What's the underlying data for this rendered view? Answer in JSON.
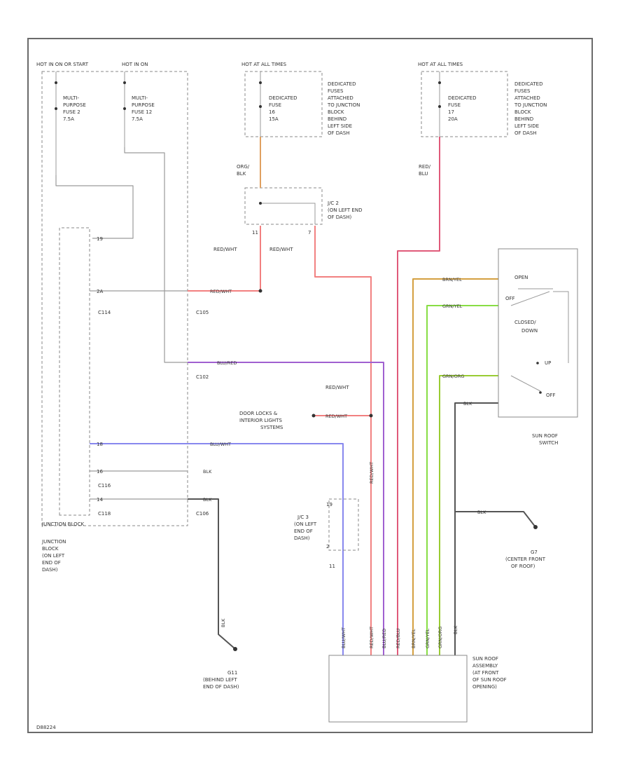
{
  "fuses": {
    "hot_run_start": "HOT IN ON OR START",
    "mp_fuse_2": [
      "MULTI-",
      "PURPOSE",
      "FUSE 2",
      "7.5A"
    ],
    "hot_on": "HOT IN ON",
    "mp_fuse_12": [
      "MULTI-",
      "PURPOSE",
      "FUSE 12",
      "7.5A"
    ],
    "hot_at_all_times_1": "HOT AT ALL TIMES",
    "ded_fuse_16": [
      "DEDICATED",
      "FUSE",
      "16",
      "15A"
    ],
    "ded_desc_1": [
      "DEDICATED",
      "FUSES",
      "ATTACHED",
      "TO JUNCTION",
      "BLOCK",
      "BEHIND",
      "LEFT SIDE",
      "OF DASH"
    ],
    "hot_at_all_times_2": "HOT AT ALL TIMES",
    "ded_fuse_17": [
      "DEDICATED",
      "FUSE",
      "17",
      "20A"
    ],
    "ded_desc_2": [
      "DEDICATED",
      "FUSES",
      "ATTACHED",
      "TO JUNCTION",
      "BLOCK",
      "BEHIND",
      "LEFT SIDE",
      "OF DASH"
    ]
  },
  "wires": {
    "org_blk": [
      "ORG/",
      "BLK"
    ],
    "red_blu": [
      "RED/",
      "BLU"
    ],
    "red_wht_1": "RED/WHT",
    "red_wht_2": "RED/WHT",
    "red_wht_3": "RED/WHT",
    "red_wht_4": "RED/WHT",
    "red_wht_5": "RED/WHT",
    "red_wht_v": "RED/WHT",
    "blu_red": "BLU/RED",
    "blu_wht": "BLU/WHT",
    "blk_1": "BLK",
    "blk_2": "BLK",
    "blk_3": "BLK",
    "blk_4": "BLK",
    "blk_left": "BLK",
    "brn_yel": "BRN/YEL",
    "grn_yel": "GRN/YEL",
    "grn_org": "GRN/ORG",
    "v_blu_wht": "BLU/WHT",
    "v_red_wht": "RED/WHT",
    "v_blu_red": "BLU/RED",
    "v_red_blu": "RED/BLU",
    "v_brn_yel": "BRN/YEL",
    "v_grn_yel": "GRN/YEL",
    "v_grn_org": "GRN/ORG",
    "v_blk": "BLK"
  },
  "connectors": {
    "c114": "C114",
    "c105": "C105",
    "c102": "C102",
    "c116": "C116",
    "c118": "C118",
    "c106": "C106",
    "p19": "19",
    "p2a": "2A",
    "p18": "18",
    "p16": "16",
    "p14": "14",
    "p11": "11",
    "p7": "7",
    "p19b": "19",
    "p2b": "2",
    "junction_block_connector": "JUNCTION BLOCK"
  },
  "jc2": [
    "J/C 2",
    "(ON LEFT END",
    "OF DASH)"
  ],
  "jc3": [
    "J/C 3",
    "(ON LEFT",
    "END OF",
    "DASH)"
  ],
  "jc3_pin": "11",
  "door_locks": [
    "DOOR LOCKS &",
    "INTERIOR LIGHTS",
    "SYSTEMS"
  ],
  "junction_block": [
    "JUNCTION",
    "BLOCK",
    "(ON LEFT",
    "END OF",
    "DASH)"
  ],
  "ground_g11": [
    "G11",
    "(BEHIND LEFT",
    "END OF DASH)"
  ],
  "ground_g7": [
    "G7",
    "(CENTER FRONT",
    "OF ROOF)"
  ],
  "switch": {
    "open": "OPEN",
    "off_top": "OFF",
    "closed_down": [
      "CLOSED/",
      "DOWN"
    ],
    "up": "UP",
    "off_bottom": "OFF",
    "label": [
      "SUN ROOF",
      "SWITCH"
    ]
  },
  "assembly": [
    "SUN ROOF",
    "ASSEMBLY",
    "(AT FRONT",
    "OF SUN ROOF",
    "OPENING)"
  ],
  "diagram_id": "D88224",
  "colors": {
    "red_wht": "#f28080",
    "org_blk": "#e0a060",
    "red_blu": "#e05a7a",
    "blu_red": "#a060d0",
    "blu_wht": "#8888ee",
    "brn_yel": "#d4a040",
    "grn_yel": "#88dd44",
    "grn_org": "#99cc33",
    "blk": "#555555",
    "gray": "#9a9a9a"
  }
}
